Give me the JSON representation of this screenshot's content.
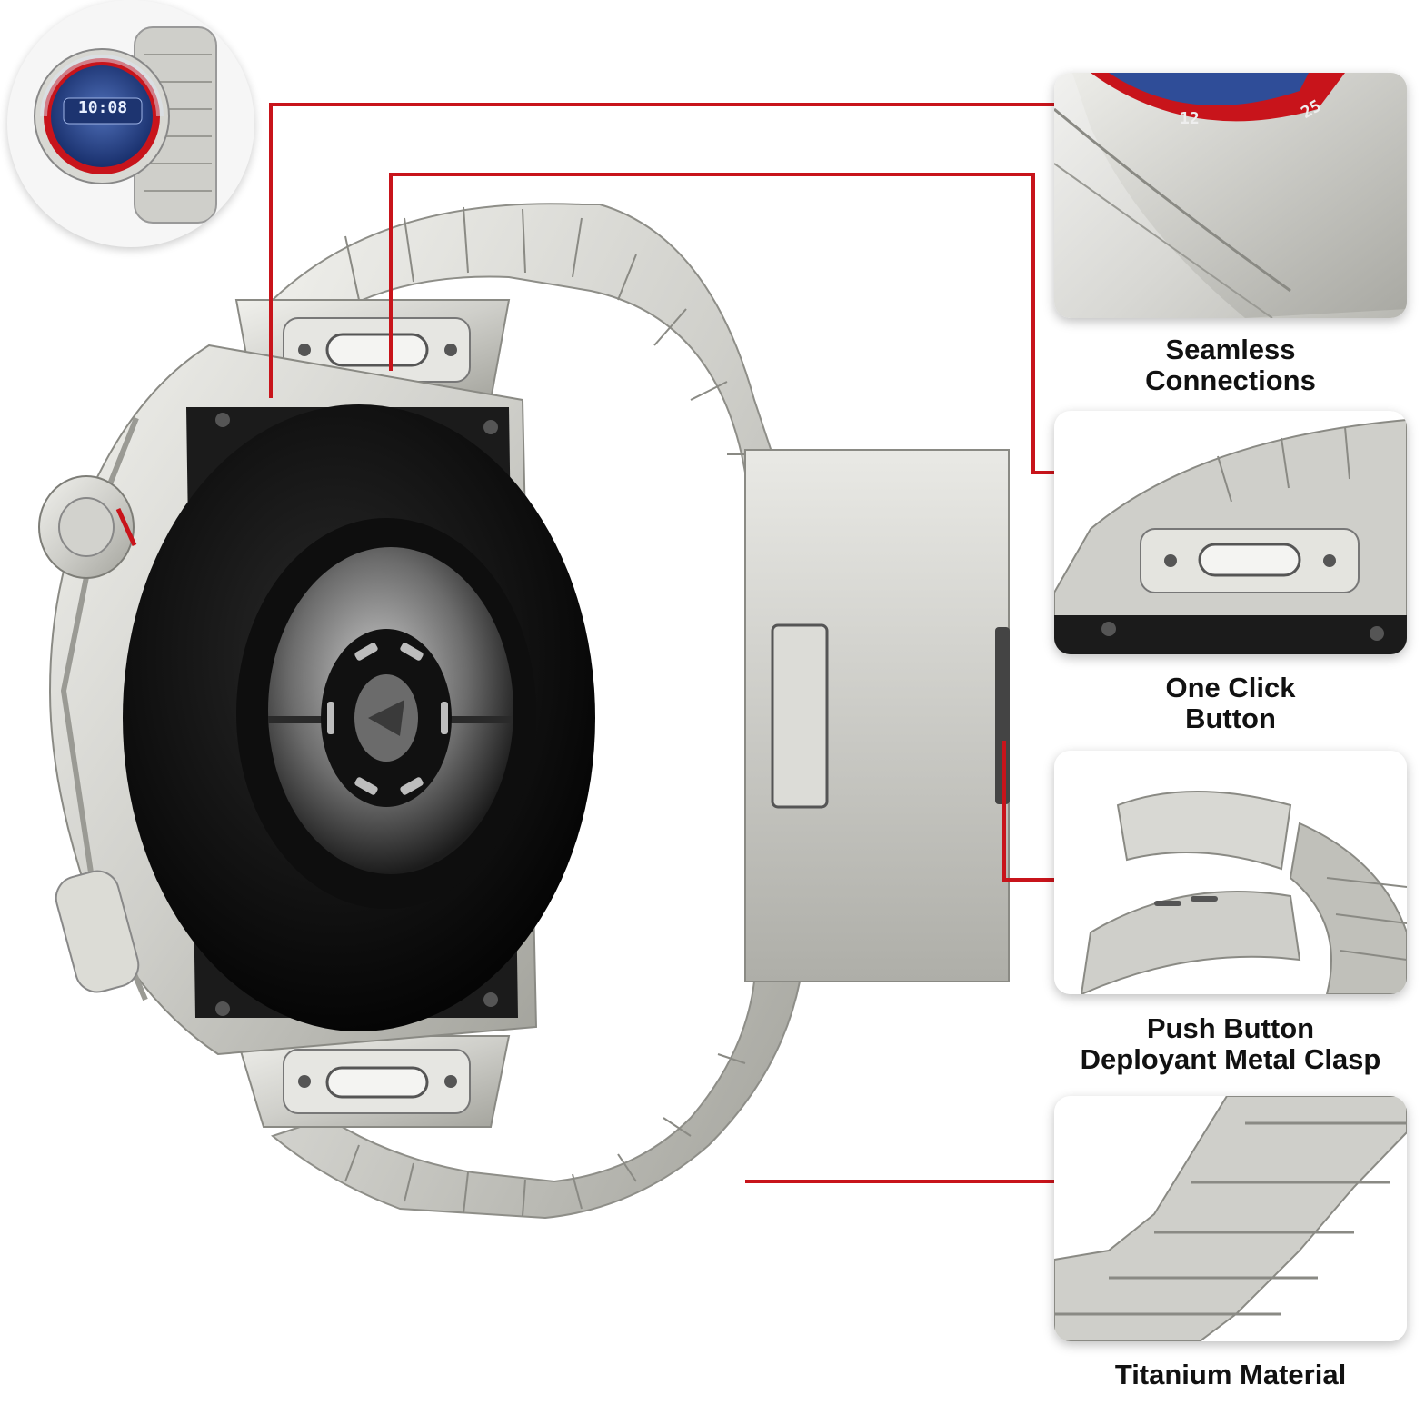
{
  "thumbnail": {
    "time": "10:08"
  },
  "dial": {
    "number_12": "12",
    "number_25": "25"
  },
  "features": [
    {
      "line1": "Seamless",
      "line2": "Connections"
    },
    {
      "line1": "One Click",
      "line2": "Button"
    },
    {
      "line1": "Push Button",
      "line2": "Deployant Metal Clasp"
    },
    {
      "line1": "Titanium Material",
      "line2": ""
    }
  ],
  "colors": {
    "accent_red": "#c8141b",
    "metal_light": "#e6e6e2",
    "metal_dark": "#9d9d97",
    "sensor_black": "#0b0b0b"
  }
}
